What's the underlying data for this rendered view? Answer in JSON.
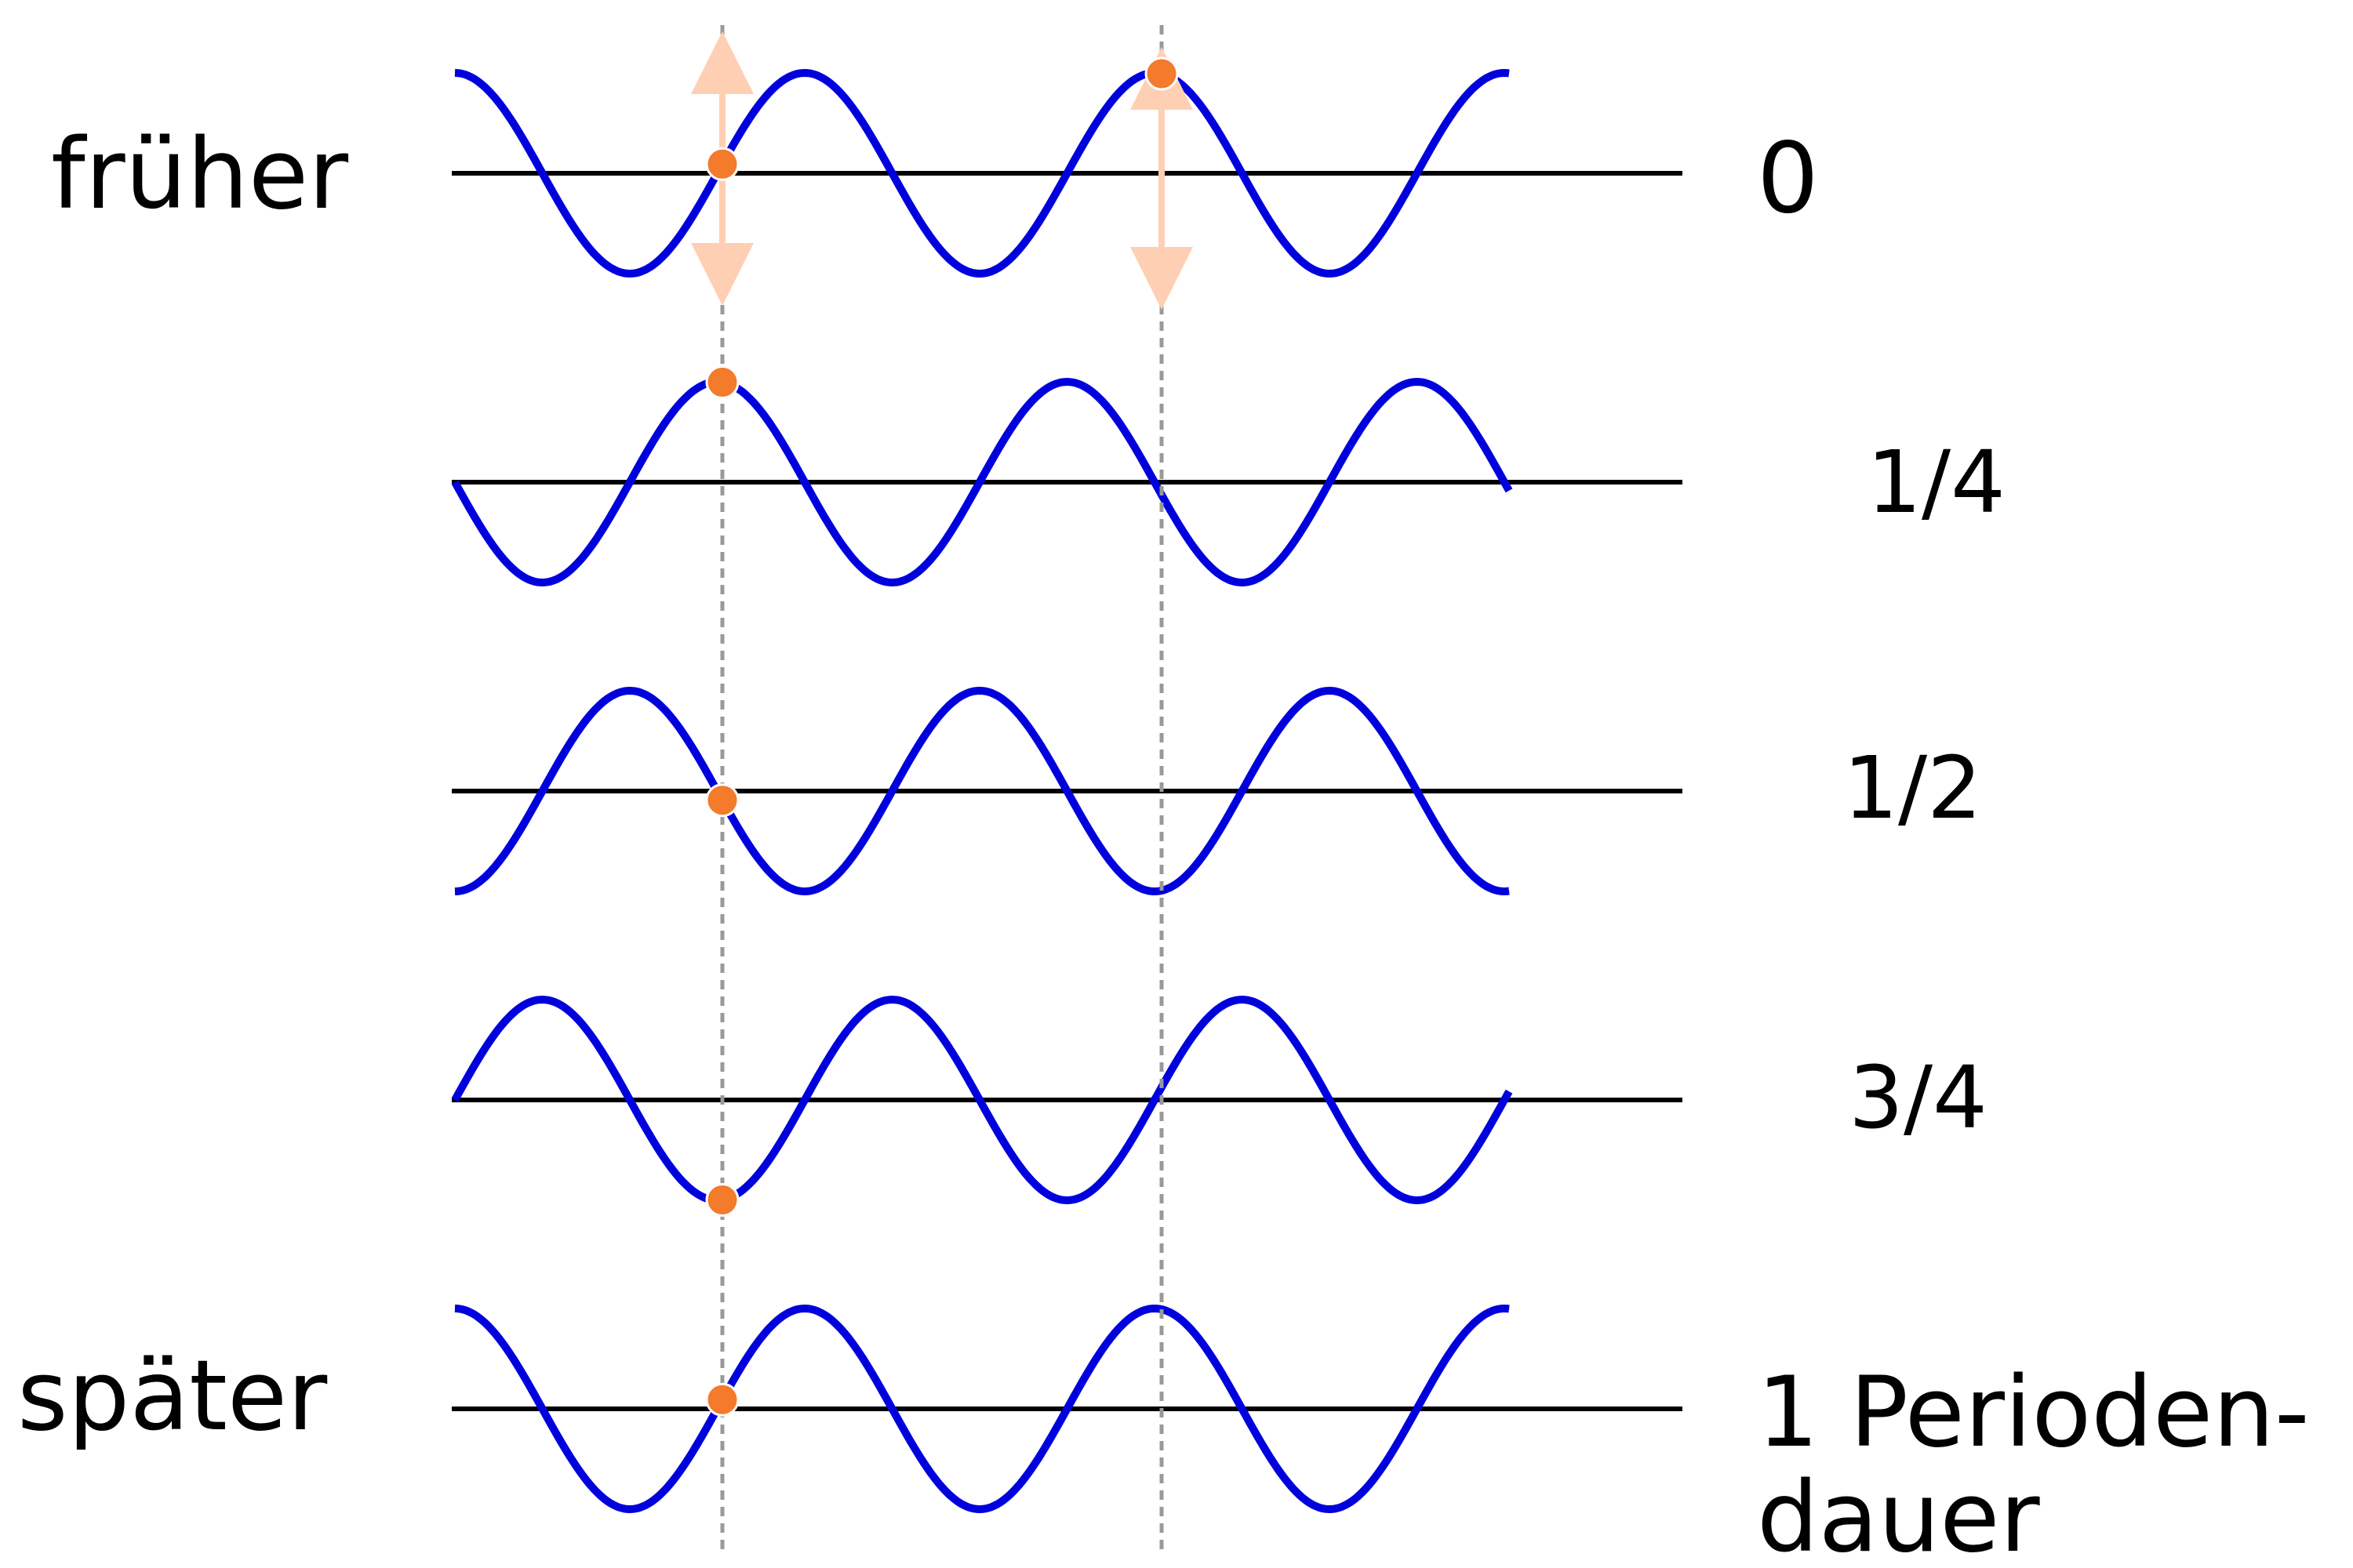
{
  "labels": {
    "earlier": "früher",
    "later": "später"
  },
  "phases": [
    {
      "label": "0",
      "phase_fraction": 0
    },
    {
      "label": "1/4",
      "phase_fraction": 0.25
    },
    {
      "label": "1/2",
      "phase_fraction": 0.5
    },
    {
      "label": "3/4",
      "phase_fraction": 0.75
    },
    {
      "label_line1": "1 Perioden-",
      "label_line2": "dauer",
      "phase_fraction": 1
    }
  ],
  "colors": {
    "wave": "#0000dd",
    "axis": "#000000",
    "marker": "#f47a2c",
    "marker_stroke": "#ffffff",
    "guide": "#999999",
    "arrow": "#ffcfb4"
  }
}
